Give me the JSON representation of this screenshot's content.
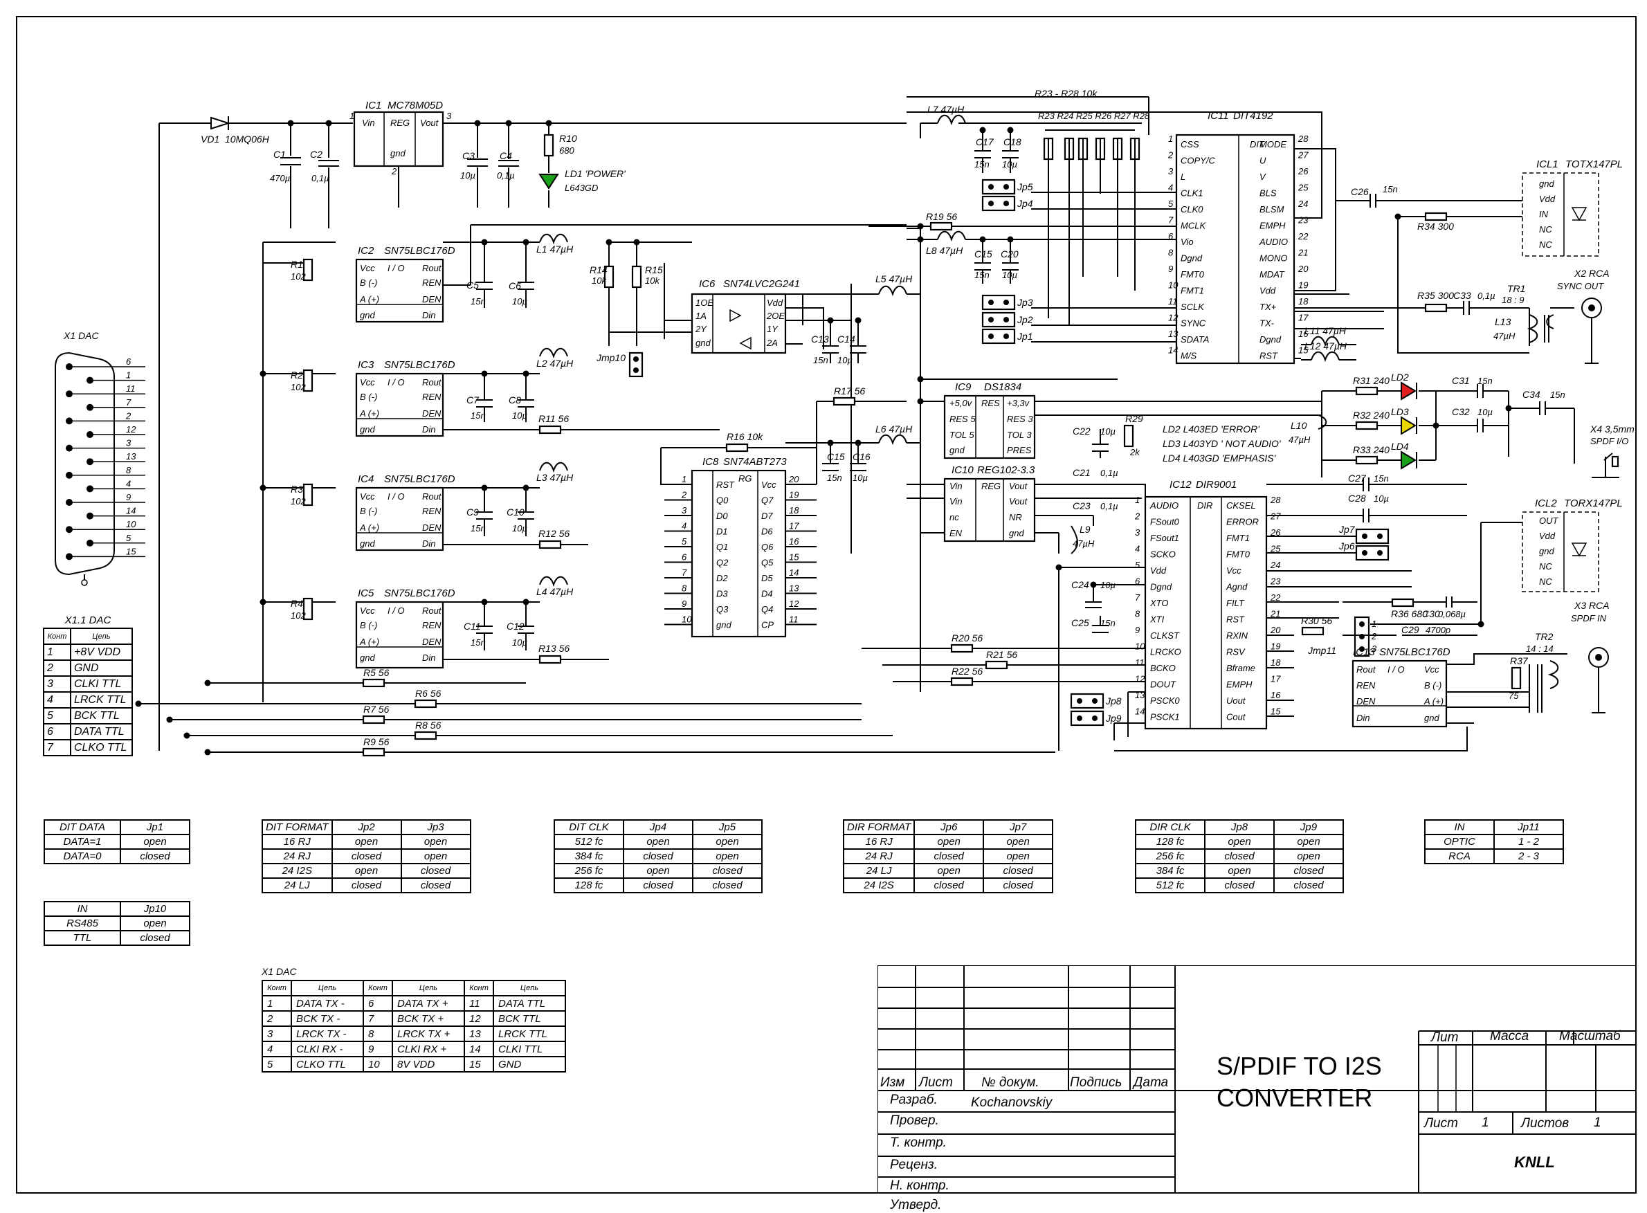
{
  "title_block": {
    "title_line1": "S/PDIF TO I2S",
    "title_line2": "CONVERTER",
    "developer": "Kochanovskiy",
    "company": "KNLL",
    "sheet": "1",
    "sheets": "1",
    "headers": {
      "izm": "Изм",
      "list": "Лист",
      "doc": "№ докум.",
      "sign": "Подпись",
      "date": "Дата",
      "lit": "Лит",
      "mass": "Масса",
      "scale": "Масштаб",
      "list2": "Лист",
      "listov": "Листов"
    },
    "rows": [
      "Разраб.",
      "Провер.",
      "Т. контр.",
      "Реценз.",
      "Н. контр.",
      "Утверд."
    ]
  },
  "components": {
    "IC1": {
      "ref": "IC1",
      "part": "MC78M05D",
      "pins": [
        "Vin",
        "REG",
        "Vout",
        "gnd"
      ],
      "nums": [
        "1",
        "3",
        "2"
      ]
    },
    "IC2": {
      "ref": "IC2",
      "part": "SN75LBC176D"
    },
    "IC3": {
      "ref": "IC3",
      "part": "SN75LBC176D"
    },
    "IC4": {
      "ref": "IC4",
      "part": "SN75LBC176D"
    },
    "IC5": {
      "ref": "IC5",
      "part": "SN75LBC176D"
    },
    "IC6": {
      "ref": "IC6",
      "part": "SN74LVC2G241"
    },
    "IC8": {
      "ref": "IC8",
      "part": "SN74ABT273"
    },
    "IC9": {
      "ref": "IC9",
      "part": "DS1834"
    },
    "IC10": {
      "ref": "IC10",
      "part": "REG102-3.3"
    },
    "IC11": {
      "ref": "IC11",
      "part": "DIT4192"
    },
    "IC12": {
      "ref": "IC12",
      "part": "DIR9001"
    },
    "IC13": {
      "ref": "IC13",
      "part": "SN75LBC176D"
    },
    "ICL1": {
      "ref": "ICL1",
      "part": "TOTX147PL"
    },
    "ICL2": {
      "ref": "ICL2",
      "part": "TORX147PL"
    }
  },
  "labels": {
    "vd1": "VD1",
    "vd1_part": "10MQ06H",
    "c1": "C1",
    "c1v": "470µ",
    "c2": "C2",
    "c2v": "0,1µ",
    "c3": "C3",
    "c3v": "10µ",
    "c4": "C4",
    "c4v": "0,1µ",
    "r10": "R10",
    "r10v": "680",
    "ld1": "LD1 'POWER'",
    "ld1p": "L643GD",
    "r1": "R1",
    "r2": "R2",
    "r3": "R3",
    "r4": "R4",
    "r102": "102",
    "l1": "L1 47µH",
    "l2": "L2 47µH",
    "l3": "L3 47µH",
    "l4": "L4 47µH",
    "l5": "L5 47µH",
    "l6": "L6 47µH",
    "l7": "L7 47µH",
    "l8": "L8 47µH",
    "l9": "L9",
    "l9v": "47µH",
    "l10": "L10",
    "l10v": "47µH",
    "l11": "L11 47µH",
    "l12": "L12 47µH",
    "l13": "L13",
    "l13v": "47µH",
    "r11": "R11 56",
    "r12": "R12 56",
    "r13": "R13 56",
    "r5": "R5 56",
    "r6": "R6 56",
    "r7": "R7 56",
    "r8": "R8 56",
    "r9": "R9 56",
    "r14": "R14",
    "r14v": "10k",
    "r15": "R15",
    "r15v": "10k",
    "r16": "R16 10k",
    "r17": "R17 56",
    "r19": "R19 56",
    "r20": "R20 56",
    "r21": "R21 56",
    "r22": "R22 56",
    "r23_28": "R23 - R28 10k",
    "r23s": "R23 R24 R25 R26 R27 R28",
    "r29": "R29",
    "r29v": "2k",
    "r30": "R30 56",
    "r31": "R31 240",
    "r32": "R32 240",
    "r33": "R33 240",
    "r34": "R34 300",
    "r35": "R35 300",
    "r36": "R36 680",
    "r37": "R37",
    "r37v": "75",
    "jmp10": "Jmp10",
    "jmp11": "Jmp11",
    "jp1": "Jp1",
    "jp2": "Jp2",
    "jp3": "Jp3",
    "jp4": "Jp4",
    "jp5": "Jp5",
    "jp6": "Jp6",
    "jp7": "Jp7",
    "jp8": "Jp8",
    "jp9": "Jp9",
    "x1": "X1  DAC",
    "x2": "X2 RCA",
    "x2b": "SYNC OUT",
    "x3": "X3 RCA",
    "x3b": "SPDF IN",
    "x4": "X4 3,5mm",
    "x4b": "SPDF I/O",
    "tr1": "TR1",
    "tr1r": "18 : 9",
    "tr2": "TR2",
    "tr2r": "14 : 14",
    "ld2": "LD2",
    "ld3": "LD3",
    "ld4": "LD4",
    "led_desc1": "LD2 L403ED  'ERROR'",
    "led_desc2": "LD3 L403YD  ' NOT AUDIO'",
    "led_desc3": "LD4 L403GD  'EMPHASIS'",
    "c5": "C5",
    "c6": "C6",
    "c7": "C7",
    "c8": "C8",
    "c9": "C9",
    "c10": "C10",
    "c11": "C11",
    "c12": "C12",
    "c13": "C13",
    "c14": "C14",
    "c15": "C15",
    "c16": "C16",
    "c17": "C17",
    "c18": "C18",
    "c20": "C20",
    "c21": "C21",
    "c22": "C22",
    "c23": "C23",
    "c24": "C24",
    "c25": "C25",
    "c26": "C26",
    "c27": "C27",
    "c28": "C28",
    "c29": "C29",
    "c29v": "4700p",
    "c30": "C30",
    "c30v": "0,068µ",
    "c31": "C31",
    "c32": "C32",
    "c33": "C33",
    "c34": "C34",
    "v15n": "15n",
    "v10u": "10µ",
    "v01u": "0,1µ"
  },
  "connector_x1": {
    "title": "X1.1  DAC",
    "head": [
      "Конт",
      "Цепь"
    ],
    "rows": [
      [
        "1",
        "+8V VDD"
      ],
      [
        "2",
        "GND"
      ],
      [
        "3",
        "CLKI TTL"
      ],
      [
        "4",
        "LRCK TTL"
      ],
      [
        "5",
        "BCK  TTL"
      ],
      [
        "6",
        "DATA TTL"
      ],
      [
        "7",
        "CLKO TTL"
      ]
    ]
  },
  "db15_pins": [
    "6",
    "1",
    "11",
    "7",
    "2",
    "12",
    "3",
    "13",
    "8",
    "4",
    "9",
    "14",
    "10",
    "5",
    "15"
  ],
  "tables": {
    "dit_data": {
      "head": [
        "DIT DATA",
        "Jp1"
      ],
      "rows": [
        [
          "DATA=1",
          "open"
        ],
        [
          "DATA=0",
          "closed"
        ]
      ]
    },
    "in_jp10": {
      "head": [
        "IN",
        "Jp10"
      ],
      "rows": [
        [
          "RS485",
          "open"
        ],
        [
          "TTL",
          "closed"
        ]
      ]
    },
    "dit_format": {
      "head": [
        "DIT FORMAT",
        "Jp2",
        "Jp3"
      ],
      "rows": [
        [
          "16 RJ",
          "open",
          "open"
        ],
        [
          "24 RJ",
          "closed",
          "open"
        ],
        [
          "24 I2S",
          "open",
          "closed"
        ],
        [
          "24 LJ",
          "closed",
          "closed"
        ]
      ]
    },
    "dit_clk": {
      "head": [
        "DIT CLK",
        "Jp4",
        "Jp5"
      ],
      "rows": [
        [
          "512 fc",
          "open",
          "open"
        ],
        [
          "384 fc",
          "closed",
          "open"
        ],
        [
          "256 fc",
          "open",
          "closed"
        ],
        [
          "128 fc",
          "closed",
          "closed"
        ]
      ]
    },
    "dir_format": {
      "head": [
        "DIR FORMAT",
        "Jp6",
        "Jp7"
      ],
      "rows": [
        [
          "16 RJ",
          "open",
          "open"
        ],
        [
          "24 RJ",
          "closed",
          "open"
        ],
        [
          "24 LJ",
          "open",
          "closed"
        ],
        [
          "24 I2S",
          "closed",
          "closed"
        ]
      ]
    },
    "dir_clk": {
      "head": [
        "DIR CLK",
        "Jp8",
        "Jp9"
      ],
      "rows": [
        [
          "128 fc",
          "open",
          "open"
        ],
        [
          "256 fc",
          "closed",
          "open"
        ],
        [
          "384 fc",
          "open",
          "closed"
        ],
        [
          "512 fc",
          "closed",
          "closed"
        ]
      ]
    },
    "in_jp11": {
      "head": [
        "IN",
        "Jp11"
      ],
      "rows": [
        [
          "OPTIC",
          "1 - 2"
        ],
        [
          "RCA",
          "2 - 3"
        ]
      ]
    },
    "x1_dac": {
      "title": "X1 DAC",
      "head": [
        "Конт",
        "Цепь",
        "Конт",
        "Цепь",
        "Конт",
        "Цепь"
      ],
      "rows": [
        [
          "1",
          "DATA TX -",
          "6",
          "DATA TX +",
          "11",
          "DATA TTL"
        ],
        [
          "2",
          "BCK  TX -",
          "7",
          "BCK  TX +",
          "12",
          "BCK   TTL"
        ],
        [
          "3",
          "LRCK TX -",
          "8",
          "LRCK TX +",
          "13",
          "LRCK TTL"
        ],
        [
          "4",
          "CLKI  RX -",
          "9",
          "CLKI  RX +",
          "14",
          "CLKI   TTL"
        ],
        [
          "5",
          "CLKO TTL",
          "10",
          "8V VDD",
          "15",
          "GND"
        ]
      ]
    }
  },
  "colors": {
    "ld_power": "#1aa01a",
    "ld_error": "#e02020",
    "ld_not_audio": "#e8d800",
    "ld_emphasis": "#1aa01a",
    "line": "#000000"
  }
}
